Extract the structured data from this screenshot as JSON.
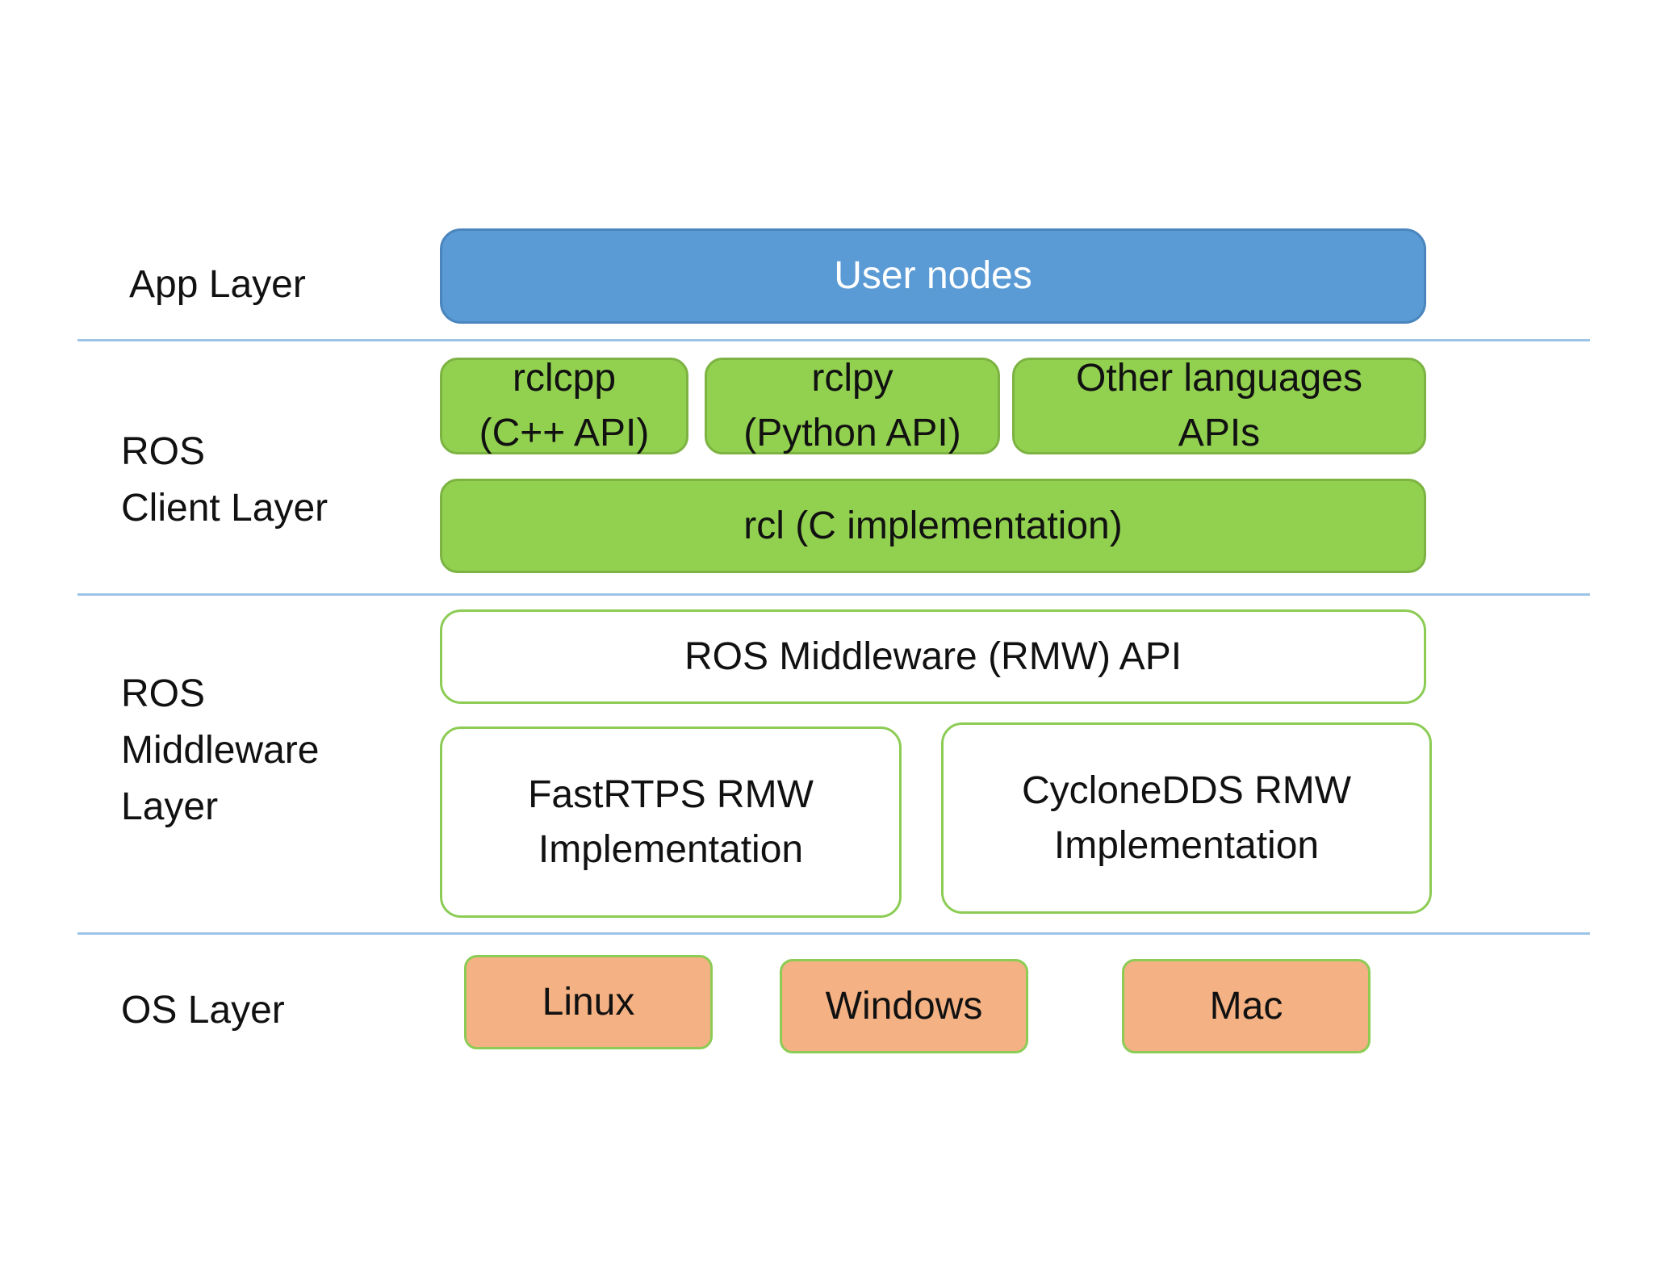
{
  "layers": {
    "app": {
      "label": "App Layer",
      "nodes": [
        "User nodes"
      ]
    },
    "client": {
      "label": "ROS\nClient Layer",
      "apis": [
        "rclcpp\n(C++ API)",
        "rclpy\n(Python API)",
        "Other languages\nAPIs"
      ],
      "core": "rcl (C implementation)"
    },
    "middleware": {
      "label": "ROS\nMiddleware\nLayer",
      "api": "ROS Middleware (RMW) API",
      "implementations": [
        "FastRTPS RMW\nImplementation",
        "CycloneDDS RMW\nImplementation"
      ]
    },
    "os": {
      "label": "OS Layer",
      "systems": [
        "Linux",
        "Windows",
        "Mac"
      ]
    }
  },
  "colors": {
    "app": "#5b9bd5",
    "client": "#92d050",
    "os": "#f4b183",
    "divider": "#9dc3e6",
    "outline": "#8ccc55"
  }
}
